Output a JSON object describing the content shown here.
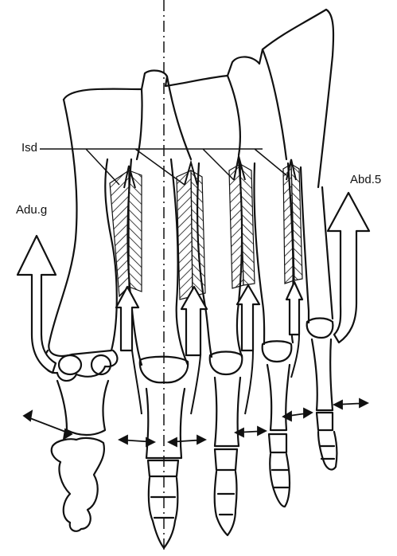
{
  "figure": {
    "labels": {
      "interossei_dorsal": "Isd",
      "adductor_hallucis": "Adu.g",
      "abductor_digiti_5": "Abd.5"
    },
    "colors": {
      "ink": "#111111",
      "paper": "#ffffff"
    },
    "icons": [
      "axis-line",
      "abduction-arrow",
      "adduction-arrow",
      "spreading-arrow"
    ]
  }
}
